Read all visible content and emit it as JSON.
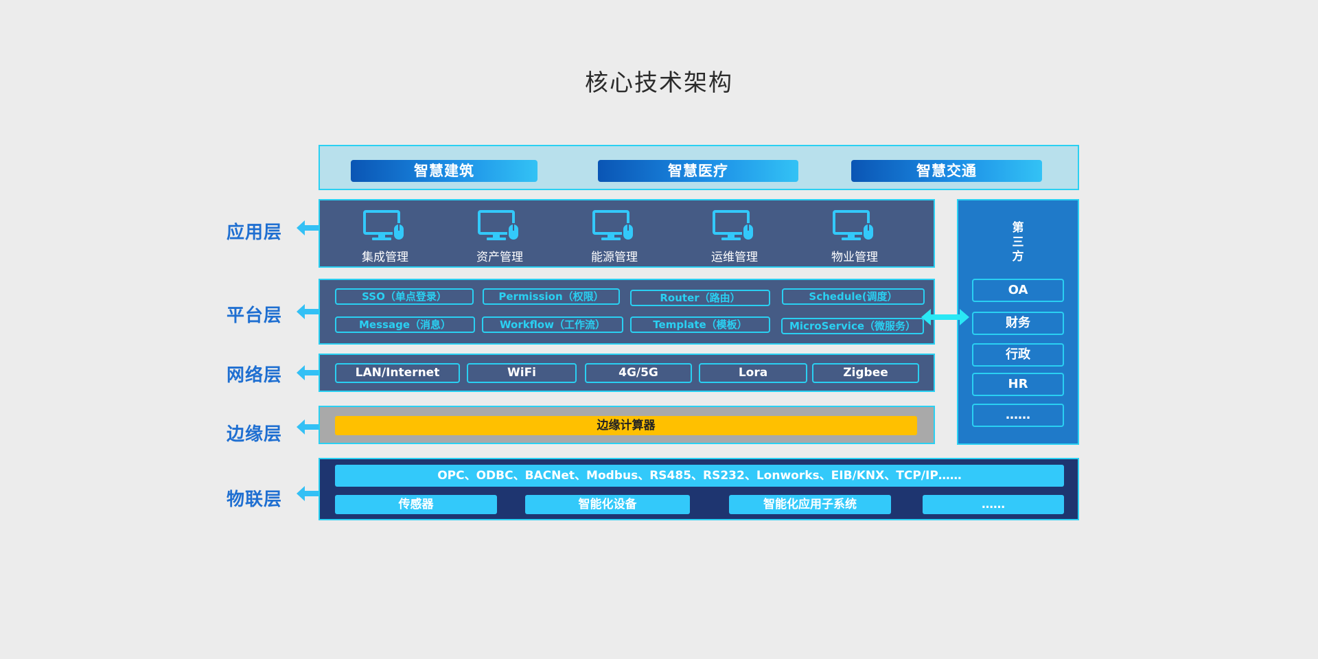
{
  "title": "核心技术架构",
  "layers": {
    "app": "应用层",
    "platform": "平台层",
    "network": "网络层",
    "edge": "边缘层",
    "iot": "物联层"
  },
  "solutions": [
    "智慧建筑",
    "智慧医疗",
    "智慧交通"
  ],
  "applications": [
    "集成管理",
    "资产管理",
    "能源管理",
    "运维管理",
    "物业管理"
  ],
  "platform": {
    "row1": [
      "SSO（单点登录）",
      "Permission（权限）",
      "Router（路由）",
      "Schedule(调度）"
    ],
    "row2": [
      "Message（消息）",
      "Workflow（工作流）",
      "Template（模板）",
      "MicroService（微服务）"
    ]
  },
  "network": [
    "LAN/Internet",
    "WiFi",
    "4G/5G",
    "Lora",
    "Zigbee"
  ],
  "edge": "边缘计算器",
  "iot": {
    "protocols": "OPC、ODBC、BACNet、Modbus、RS485、RS232、Lonworks、EIB/KNX、TCP/IP……",
    "items": [
      "传感器",
      "智能化设备",
      "智能化应用子系统",
      "……"
    ]
  },
  "third_party": {
    "title": [
      "第",
      "三",
      "方"
    ],
    "items": [
      "OA",
      "财务",
      "行政",
      "HR",
      "……"
    ]
  },
  "icons": {
    "application": "monitor-mouse-icon",
    "connector": "double-arrow-icon"
  },
  "colors": {
    "background": "#ececec",
    "layer_label": "#1f6fd1",
    "band_dark": "#455b85",
    "band_border": "#2ad0f2",
    "edge_bar": "#ffc000",
    "iot_band": "#1e3570",
    "chip_fill": "#33c9fa",
    "third_band": "#1f7ac9"
  }
}
